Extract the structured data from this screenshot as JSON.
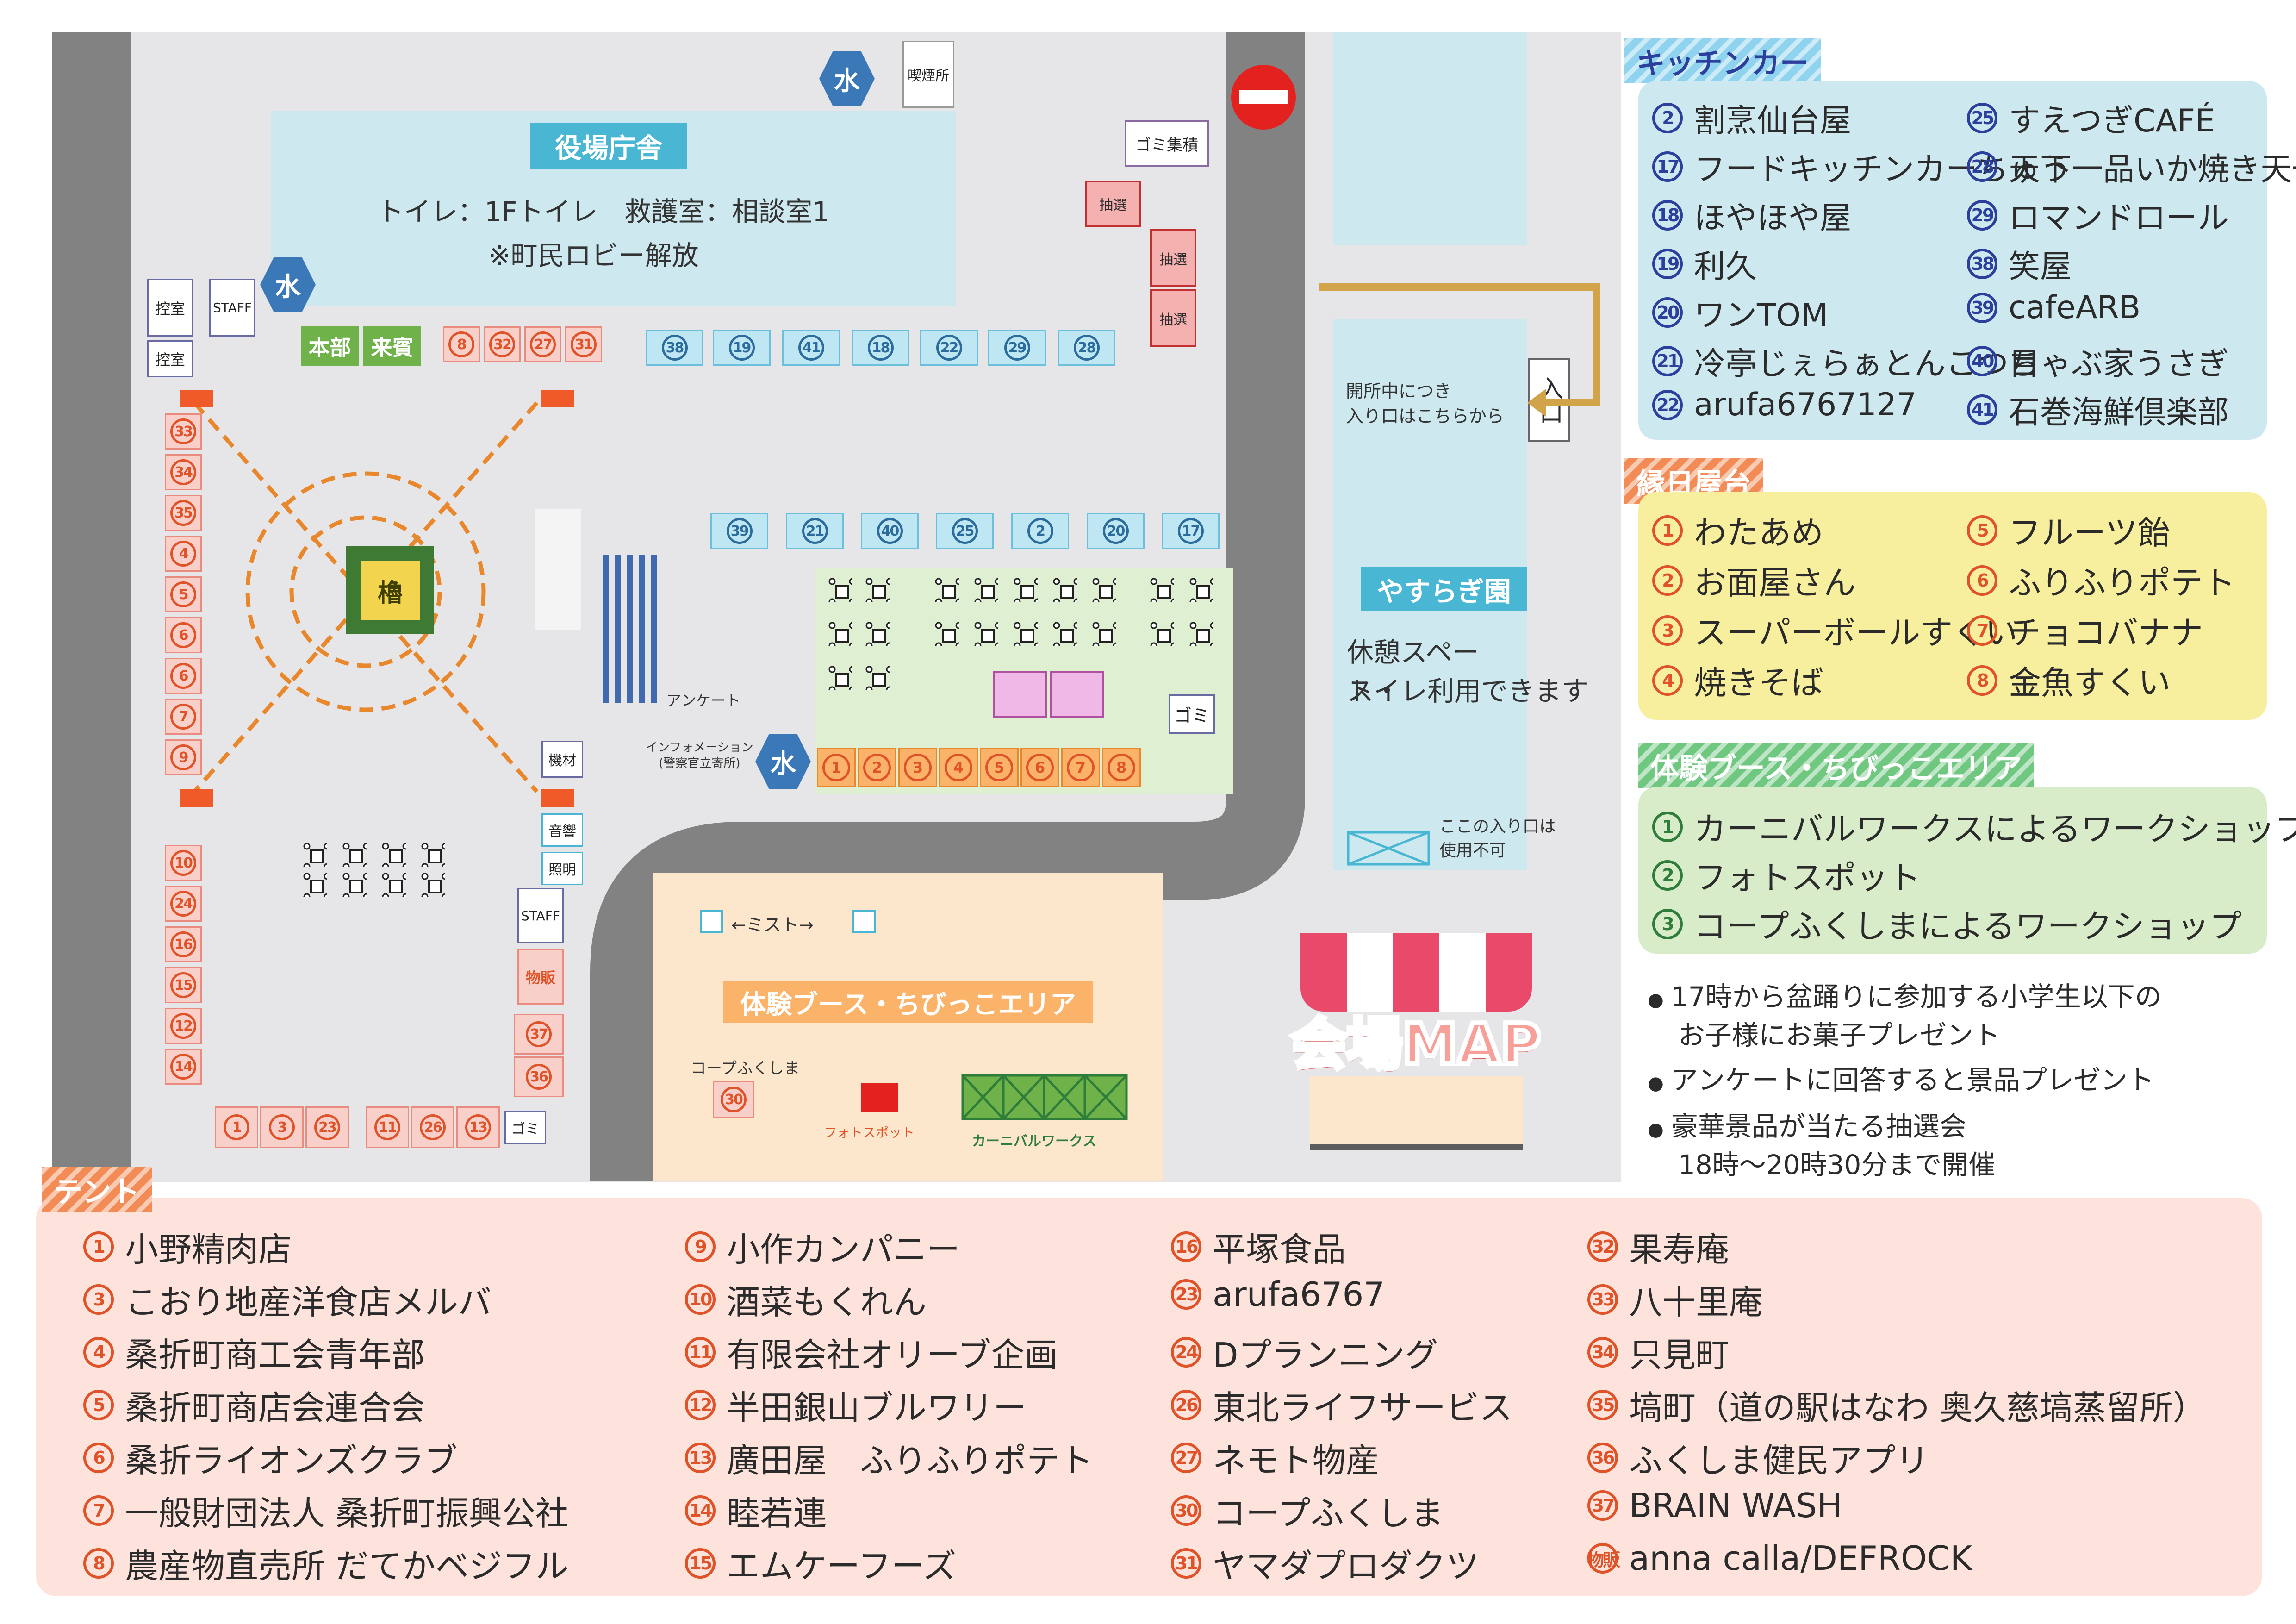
{
  "map": {
    "town_hall": {
      "title": "役場庁舎",
      "line1": "トイレ：1Fトイレ　救護室：相談室1",
      "line2": "※町民ロビー解放"
    },
    "water_label": "水",
    "smoking": "喫煙所",
    "garbage_collect": "ゴミ集積",
    "lottery": "抽選",
    "waiting1": "控室",
    "waiting2": "控室",
    "staff": "STAFF",
    "honbu": "本部",
    "raihin": "来賓",
    "yagura": "櫓",
    "kizai": "機材",
    "onkyo": "音響",
    "shomei": "照明",
    "buppan": "物販",
    "gomi": "ゴミ",
    "survey": "アンケート",
    "info": "インフォメーション\n(警察官立寄所)",
    "entrance": "入口",
    "entrance_note": "開所中につき\n入り口はこちらから",
    "yasuragi": {
      "title": "やすらぎ園",
      "line1": "休憩スペース・",
      "line2": "トイレ利用できます"
    },
    "no_entry": "ここの入り口は\n使用不可",
    "mist": "←ミスト→",
    "exp_area": "体験ブース・ちびっこエリア",
    "coop": "コープふくしま",
    "photo": "フォトスポット",
    "carnival": "カーニバルワークス",
    "title": "会場MAP",
    "left_tents_top": [
      "33",
      "34",
      "35",
      "4",
      "5",
      "6",
      "6",
      "7",
      "9"
    ],
    "left_tents_bottom": [
      "10",
      "24",
      "16",
      "15",
      "12",
      "14"
    ],
    "bottom_tents": [
      "1",
      "3",
      "23",
      "11",
      "26",
      "13"
    ],
    "right_tents": [
      "37",
      "36"
    ],
    "top_pink": [
      "8",
      "32",
      "27",
      "31"
    ],
    "kc_row1": [
      "38",
      "19",
      "41",
      "18",
      "22",
      "29",
      "28"
    ],
    "kc_row2": [
      "39",
      "21",
      "40",
      "25",
      "2",
      "20",
      "17"
    ],
    "ennichi": [
      "1",
      "2",
      "3",
      "4",
      "5",
      "6",
      "7",
      "8"
    ],
    "coop_num": "30"
  },
  "kitchen_cars": {
    "header": "キッチンカー",
    "left": [
      {
        "num": "2",
        "name": "割烹仙台屋"
      },
      {
        "num": "17",
        "name": "フードキッチンカーちゅう"
      },
      {
        "num": "18",
        "name": "ほやほや屋"
      },
      {
        "num": "19",
        "name": "利久"
      },
      {
        "num": "20",
        "name": "ワンTOM"
      },
      {
        "num": "21",
        "name": "冷亭じぇらぁとんこつ目"
      },
      {
        "num": "22",
        "name": "arufa6767127"
      }
    ],
    "right": [
      {
        "num": "25",
        "name": "すえつぎCAFÉ"
      },
      {
        "num": "28",
        "name": "天下一品いか焼き天一"
      },
      {
        "num": "29",
        "name": "ロマンドロール"
      },
      {
        "num": "38",
        "name": "笑屋"
      },
      {
        "num": "39",
        "name": "cafeARB"
      },
      {
        "num": "40",
        "name": "ちゃぶ家うさぎ"
      },
      {
        "num": "41",
        "name": "石巻海鮮倶楽部"
      }
    ]
  },
  "ennichi_yatai": {
    "header": "縁日屋台",
    "left": [
      {
        "num": "1",
        "name": "わたあめ"
      },
      {
        "num": "2",
        "name": "お面屋さん"
      },
      {
        "num": "3",
        "name": "スーパーボールすくい"
      },
      {
        "num": "4",
        "name": "焼きそば"
      }
    ],
    "right": [
      {
        "num": "5",
        "name": "フルーツ飴"
      },
      {
        "num": "6",
        "name": "ふりふりポテト"
      },
      {
        "num": "7",
        "name": "チョコバナナ"
      },
      {
        "num": "8",
        "name": "金魚すくい"
      }
    ]
  },
  "experience": {
    "header": "体験ブース・ちびっこエリア",
    "items": [
      {
        "num": "1",
        "name": "カーニバルワークスによるワークショップ"
      },
      {
        "num": "2",
        "name": "フォトスポット"
      },
      {
        "num": "3",
        "name": "コープふくしまによるワークショップ"
      }
    ]
  },
  "notes": [
    {
      "l1": "17時から盆踊りに参加する小学生以下の",
      "l2": "お子様にお菓子プレゼント"
    },
    {
      "l1": "アンケートに回答すると景品プレゼント",
      "l2": ""
    },
    {
      "l1": "豪華景品が当たる抽選会",
      "l2": "18時〜20時30分まで開催"
    }
  ],
  "tents": {
    "header": "テント",
    "col1": [
      {
        "num": "1",
        "name": "小野精肉店"
      },
      {
        "num": "3",
        "name": "こおり地産洋食店メルバ"
      },
      {
        "num": "4",
        "name": "桑折町商工会青年部"
      },
      {
        "num": "5",
        "name": "桑折町商店会連合会"
      },
      {
        "num": "6",
        "name": "桑折ライオンズクラブ"
      },
      {
        "num": "7",
        "name": "一般財団法人 桑折町振興公社"
      },
      {
        "num": "8",
        "name": "農産物直売所 だてかベジフル"
      }
    ],
    "col2": [
      {
        "num": "9",
        "name": "小作カンパニー"
      },
      {
        "num": "10",
        "name": "酒菜もくれん"
      },
      {
        "num": "11",
        "name": "有限会社オリーブ企画"
      },
      {
        "num": "12",
        "name": "半田銀山ブルワリー"
      },
      {
        "num": "13",
        "name": "廣田屋　ふりふりポテト"
      },
      {
        "num": "14",
        "name": "睦若連"
      },
      {
        "num": "15",
        "name": "エムケーフーズ"
      }
    ],
    "col3": [
      {
        "num": "16",
        "name": "平塚食品"
      },
      {
        "num": "23",
        "name": "arufa6767"
      },
      {
        "num": "24",
        "name": "Dプランニング"
      },
      {
        "num": "26",
        "name": "東北ライフサービス"
      },
      {
        "num": "27",
        "name": "ネモト物産"
      },
      {
        "num": "30",
        "name": "コープふくしま"
      },
      {
        "num": "31",
        "name": "ヤマダプロダクツ"
      }
    ],
    "col4": [
      {
        "num": "32",
        "name": "果寿庵"
      },
      {
        "num": "33",
        "name": "八十里庵"
      },
      {
        "num": "34",
        "name": "只見町"
      },
      {
        "num": "35",
        "name": "塙町（道の駅はなわ 奥久慈塙蒸留所）"
      },
      {
        "num": "36",
        "name": "ふくしま健民アプリ"
      },
      {
        "num": "37",
        "name": "BRAIN WASH"
      },
      {
        "num": "物販",
        "name": "anna calla/DEFROCK"
      }
    ]
  },
  "colors": {
    "kitchen": "#2b3f9c",
    "ennichi": "#e05228",
    "experience": "#2f7d3a",
    "tent": "#e05228"
  }
}
